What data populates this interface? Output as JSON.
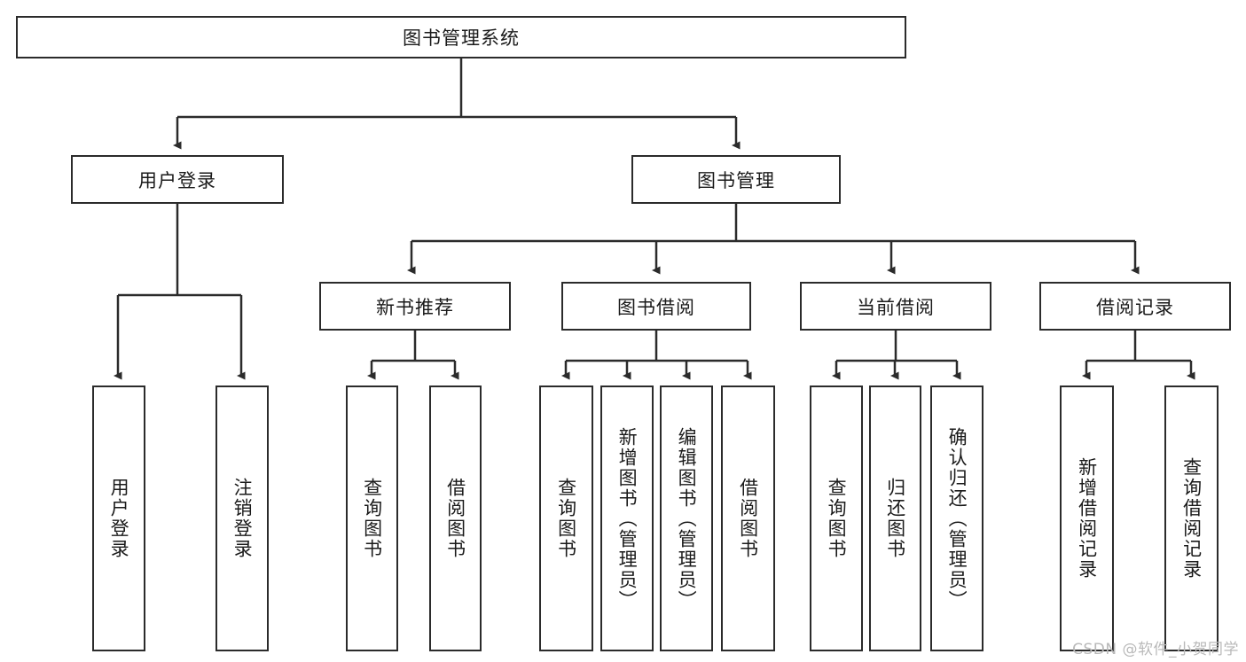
{
  "diagram": {
    "title": "图书管理系统",
    "watermark": "CSDN @软件_小贺同学",
    "colors": {
      "stroke": "#2b2b2b",
      "fill": "#ffffff",
      "text": "#1a1a1a",
      "watermark": "#b9b9b9"
    },
    "level2": [
      {
        "label": "用户登录"
      },
      {
        "label": "图书管理"
      }
    ],
    "level3": [
      {
        "label": "新书推荐"
      },
      {
        "label": "图书借阅"
      },
      {
        "label": "当前借阅"
      },
      {
        "label": "借阅记录"
      }
    ],
    "leaves": [
      {
        "label": "用户登录"
      },
      {
        "label": "注销登录"
      },
      {
        "label": "查询图书"
      },
      {
        "label": "借阅图书"
      },
      {
        "label": "查询图书"
      },
      {
        "label": "新增图书（管理员）"
      },
      {
        "label": "编辑图书（管理员）"
      },
      {
        "label": "借阅图书"
      },
      {
        "label": "查询图书"
      },
      {
        "label": "归还图书"
      },
      {
        "label": "确认归还（管理员）"
      },
      {
        "label": "新增借阅记录"
      },
      {
        "label": "查询借阅记录"
      }
    ]
  }
}
